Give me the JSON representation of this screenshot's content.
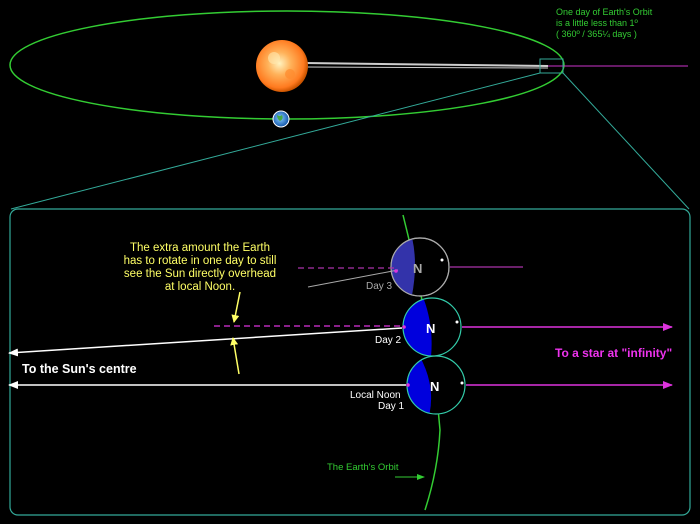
{
  "orbit_note": {
    "line1": "One day of Earth's Orbit",
    "line2": "is a little less than 1º",
    "line3": "( 360º / 365¼ days )"
  },
  "extra_rotation_note": {
    "line1": "The extra amount the Earth",
    "line2": "has to rotate in one day to still",
    "line3": "see the Sun directly overhead",
    "line4": "at local Noon."
  },
  "labels": {
    "sun_centre": "To the Sun's centre",
    "star": "To a star at \"infinity\"",
    "day3": "Day 3",
    "day2": "Day 2",
    "local_noon": "Local Noon",
    "day1": "Day 1",
    "earth_orbit": "The Earth's Orbit",
    "north": "N"
  },
  "colors": {
    "orbit": "#33cc33",
    "frame": "#33aa99",
    "note_yellow": "#ffff66",
    "star_arrow": "#dd33dd",
    "earth_night": "#0000dd",
    "earth_day3_night": "#3333aa",
    "sun": "#ff9933"
  }
}
